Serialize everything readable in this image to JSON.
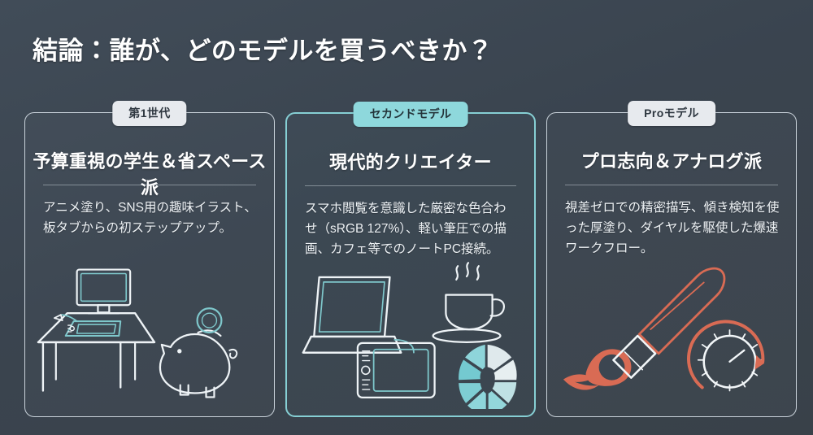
{
  "slide": {
    "title": "結論：誰が、どのモデルを買うべきか？",
    "background_color": "#3c4651",
    "accent_color": "#8ed8dc",
    "badge_color": "#e7eaee",
    "brush_color": "#d96b54"
  },
  "cards": [
    {
      "badge": "第1世代",
      "badge_style": "neutral",
      "heading": "予算重視の学生＆省スペース派",
      "body": "アニメ塗り、SNS用の趣味イラスト、板タブからの初ステップアップ。",
      "illustration": "desk-monitor-tablet-piggybank"
    },
    {
      "badge": "セカンドモデル",
      "badge_style": "accent",
      "heading": "現代的クリエイター",
      "body": "スマホ閲覧を意識した厳密な色合わせ（sRGB 127%）、軽い筆圧での描画、カフェ等でのノートPC接続。",
      "illustration": "laptop-tablet-coffee-colorwheel"
    },
    {
      "badge": "Proモデル",
      "badge_style": "neutral",
      "heading": "プロ志向＆アナログ派",
      "body": "視差ゼロでの精密描写、傾き検知を使った厚塗り、ダイヤルを駆使した爆速ワークフロー。",
      "illustration": "paintbrush-dial"
    }
  ]
}
